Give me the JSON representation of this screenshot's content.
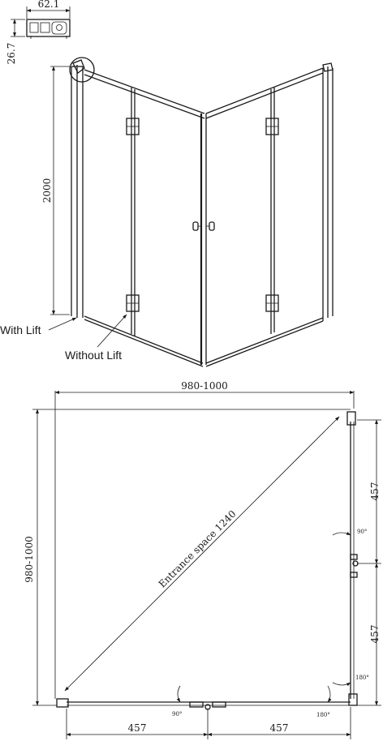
{
  "profile": {
    "width": "62.1",
    "depth": "26.7"
  },
  "elevation": {
    "height": "2000",
    "with_lift": "With Lift",
    "without_lift": "Without Lift"
  },
  "plan": {
    "top_width": "980-1000",
    "left_height": "980-1000",
    "entrance": "Entrance space 1240",
    "right_upper": "457",
    "right_lower": "457",
    "bottom_left": "457",
    "bottom_right": "457",
    "angles": [
      "90°",
      "180°",
      "90°",
      "180°"
    ]
  }
}
